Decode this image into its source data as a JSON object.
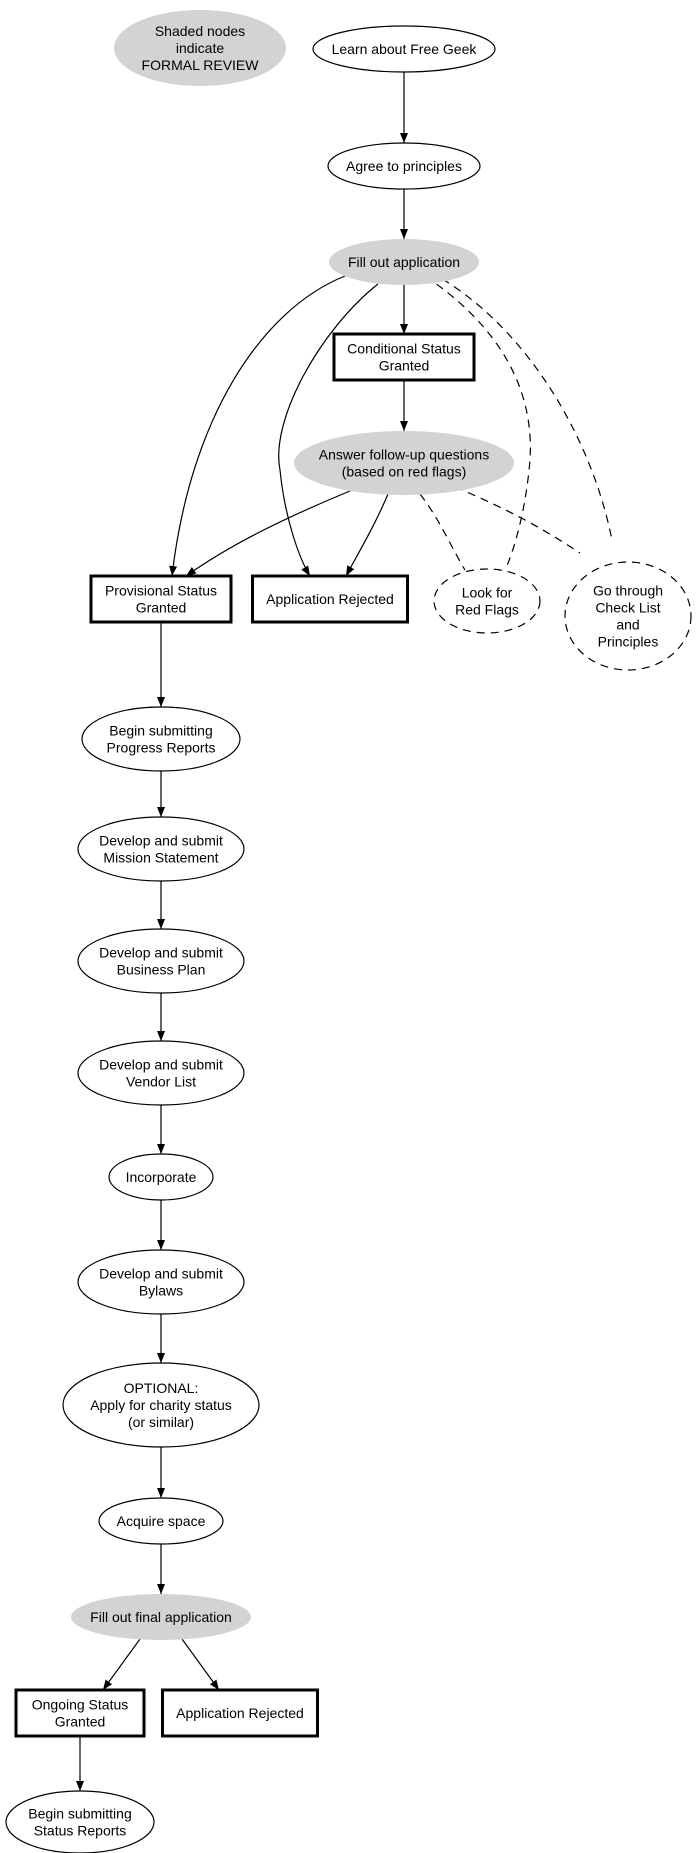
{
  "legend": {
    "lines": [
      "Shaded nodes",
      "indicate",
      "FORMAL REVIEW"
    ]
  },
  "nodes": [
    {
      "id": "learn",
      "shape": "ellipse",
      "style": "plain",
      "lines": [
        "Learn about Free Geek"
      ]
    },
    {
      "id": "agree",
      "shape": "ellipse",
      "style": "plain",
      "lines": [
        "Agree to principles"
      ]
    },
    {
      "id": "fill_app",
      "shape": "ellipse",
      "style": "shaded",
      "lines": [
        "Fill out application"
      ]
    },
    {
      "id": "conditional",
      "shape": "box",
      "style": "bold",
      "lines": [
        "Conditional Status",
        "Granted"
      ]
    },
    {
      "id": "answer",
      "shape": "ellipse",
      "style": "shaded",
      "lines": [
        "Answer follow-up questions",
        "(based on red flags)"
      ]
    },
    {
      "id": "provisional",
      "shape": "box",
      "style": "bold",
      "lines": [
        "Provisional Status",
        "Granted"
      ]
    },
    {
      "id": "rejected1",
      "shape": "box",
      "style": "bold",
      "lines": [
        "Application Rejected"
      ]
    },
    {
      "id": "redflags",
      "shape": "ellipse",
      "style": "dashed",
      "lines": [
        "Look for",
        "Red Flags"
      ]
    },
    {
      "id": "checklist",
      "shape": "ellipse",
      "style": "dashed",
      "lines": [
        "Go through",
        "Check List",
        "and",
        "Principles"
      ]
    },
    {
      "id": "progress",
      "shape": "ellipse",
      "style": "plain",
      "lines": [
        "Begin submitting",
        "Progress Reports"
      ]
    },
    {
      "id": "mission",
      "shape": "ellipse",
      "style": "plain",
      "lines": [
        "Develop and submit",
        "Mission Statement"
      ]
    },
    {
      "id": "business",
      "shape": "ellipse",
      "style": "plain",
      "lines": [
        "Develop and submit",
        "Business Plan"
      ]
    },
    {
      "id": "vendor",
      "shape": "ellipse",
      "style": "plain",
      "lines": [
        "Develop and submit",
        "Vendor List"
      ]
    },
    {
      "id": "incorporate",
      "shape": "ellipse",
      "style": "plain",
      "lines": [
        "Incorporate"
      ]
    },
    {
      "id": "bylaws",
      "shape": "ellipse",
      "style": "plain",
      "lines": [
        "Develop and submit",
        "Bylaws"
      ]
    },
    {
      "id": "charity",
      "shape": "ellipse",
      "style": "plain",
      "lines": [
        "OPTIONAL:",
        "Apply for charity status",
        "(or similar)"
      ]
    },
    {
      "id": "space",
      "shape": "ellipse",
      "style": "plain",
      "lines": [
        "Acquire space"
      ]
    },
    {
      "id": "final_app",
      "shape": "ellipse",
      "style": "shaded",
      "lines": [
        "Fill out final application"
      ]
    },
    {
      "id": "ongoing",
      "shape": "box",
      "style": "bold",
      "lines": [
        "Ongoing Status",
        "Granted"
      ]
    },
    {
      "id": "rejected2",
      "shape": "box",
      "style": "bold",
      "lines": [
        "Application Rejected"
      ]
    },
    {
      "id": "status_reports",
      "shape": "ellipse",
      "style": "plain",
      "lines": [
        "Begin submitting",
        "Status Reports"
      ]
    }
  ],
  "edges": [
    {
      "from": "learn",
      "to": "agree",
      "style": "solid",
      "arrow": true
    },
    {
      "from": "agree",
      "to": "fill_app",
      "style": "solid",
      "arrow": true
    },
    {
      "from": "fill_app",
      "to": "conditional",
      "style": "solid",
      "arrow": true
    },
    {
      "from": "fill_app",
      "to": "provisional",
      "style": "solid",
      "arrow": true
    },
    {
      "from": "fill_app",
      "to": "rejected1",
      "style": "solid",
      "arrow": true
    },
    {
      "from": "fill_app",
      "to": "redflags",
      "style": "dashed",
      "arrow": false
    },
    {
      "from": "fill_app",
      "to": "checklist",
      "style": "dashed",
      "arrow": false
    },
    {
      "from": "conditional",
      "to": "answer",
      "style": "solid",
      "arrow": true
    },
    {
      "from": "answer",
      "to": "provisional",
      "style": "solid",
      "arrow": true
    },
    {
      "from": "answer",
      "to": "rejected1",
      "style": "solid",
      "arrow": true
    },
    {
      "from": "answer",
      "to": "redflags",
      "style": "dashed",
      "arrow": false
    },
    {
      "from": "answer",
      "to": "checklist",
      "style": "dashed",
      "arrow": false
    },
    {
      "from": "provisional",
      "to": "progress",
      "style": "solid",
      "arrow": true
    },
    {
      "from": "progress",
      "to": "mission",
      "style": "solid",
      "arrow": true
    },
    {
      "from": "mission",
      "to": "business",
      "style": "solid",
      "arrow": true
    },
    {
      "from": "business",
      "to": "vendor",
      "style": "solid",
      "arrow": true
    },
    {
      "from": "vendor",
      "to": "incorporate",
      "style": "solid",
      "arrow": true
    },
    {
      "from": "incorporate",
      "to": "bylaws",
      "style": "solid",
      "arrow": true
    },
    {
      "from": "bylaws",
      "to": "charity",
      "style": "solid",
      "arrow": true
    },
    {
      "from": "charity",
      "to": "space",
      "style": "solid",
      "arrow": true
    },
    {
      "from": "space",
      "to": "final_app",
      "style": "solid",
      "arrow": true
    },
    {
      "from": "final_app",
      "to": "ongoing",
      "style": "solid",
      "arrow": true
    },
    {
      "from": "final_app",
      "to": "rejected2",
      "style": "solid",
      "arrow": true
    },
    {
      "from": "ongoing",
      "to": "status_reports",
      "style": "solid",
      "arrow": true
    }
  ],
  "colors": {
    "shaded_fill": "#d3d3d3",
    "stroke": "#000000",
    "background": "#ffffff"
  }
}
